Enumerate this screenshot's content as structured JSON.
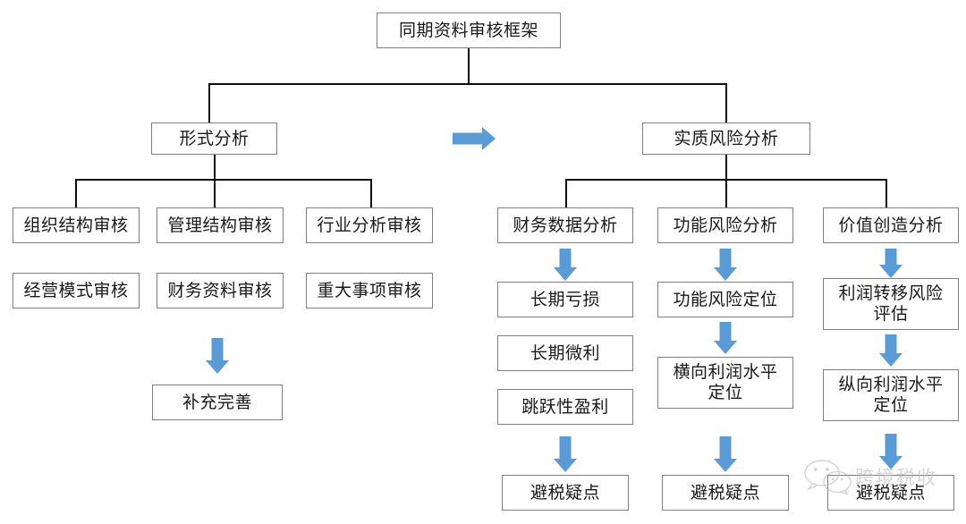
{
  "diagram": {
    "title": "同期资料审核框架",
    "root": {
      "label": "同期资料审核框架"
    },
    "branches": {
      "left": {
        "label": "形式分析"
      },
      "right": {
        "label": "实质风险分析"
      }
    },
    "transition_arrow": {
      "name": "right-arrow",
      "color": "#5b9bd5"
    },
    "left_branch": {
      "row1": [
        {
          "label": "组织结构审核"
        },
        {
          "label": "管理结构审核"
        },
        {
          "label": "行业分析审核"
        }
      ],
      "row2": [
        {
          "label": "经营模式审核"
        },
        {
          "label": "财务资料审核"
        },
        {
          "label": "重大事项审核"
        }
      ],
      "outcome": {
        "label": "补充完善"
      }
    },
    "right_branch": {
      "columns": [
        {
          "head": "财务数据分析",
          "steps": [
            "长期亏损",
            "长期微利",
            "跳跃性盈利"
          ],
          "outcome": "避税疑点"
        },
        {
          "head": "功能风险分析",
          "steps": [
            "功能风险定位",
            "横向利润水平\n定位"
          ],
          "outcome": "避税疑点"
        },
        {
          "head": "价值创造分析",
          "steps": [
            "利润转移风险\n评估",
            "纵向利润水平\n定位"
          ],
          "outcome": "避税疑点"
        }
      ]
    }
  },
  "watermark": {
    "text": "跨境税收",
    "logo_name": "wechat-logo",
    "color": "#b3b3b3"
  },
  "colors": {
    "accent_blue": "#5b9bd5",
    "box_border": "#7f7f7f",
    "line": "#0d0d0d",
    "text": "#1a1a1a",
    "background": "#ffffff"
  }
}
